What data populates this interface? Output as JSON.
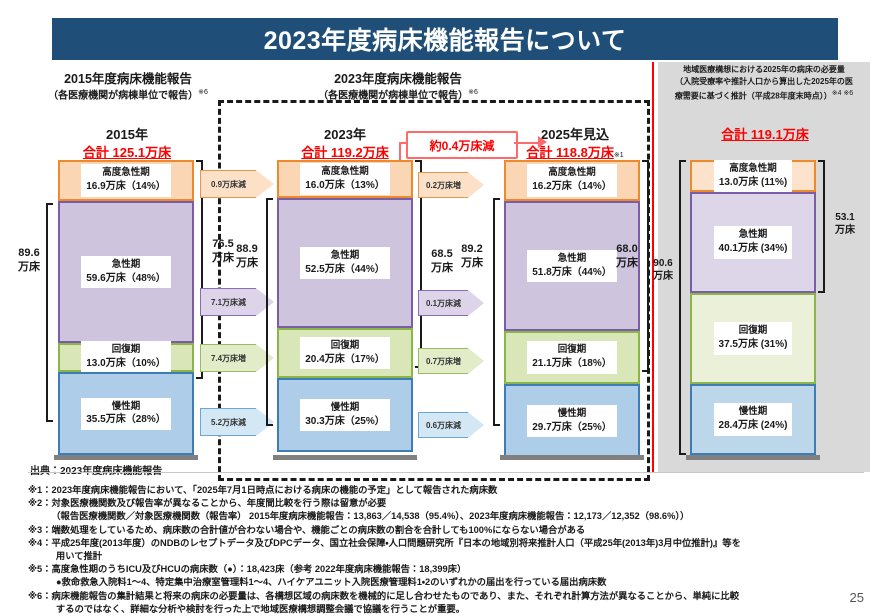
{
  "title": "2023年度病床機能報告について",
  "columns": {
    "left_header": {
      "line1": "2015年度病床機能報告",
      "line2": "（各医療機関が病棟単位で報告）",
      "ref": "※6"
    },
    "mid_header": {
      "line1": "2023年度病床機能報告",
      "line2": "（各医療機関が病棟単位で報告）",
      "ref": "※6"
    },
    "right_header": {
      "line1": "地域医療構想における2025年の病床の必要量",
      "line2": "（入院受療率や推計人口から算出した2025年の医",
      "line3": "療需要に基づく推計（平成28年度末時点））",
      "ref": "※4 ※6"
    }
  },
  "stacks": [
    {
      "id": "y2015",
      "year_label": "2015年",
      "total_label": "合計 125.1万床",
      "total_sup": "",
      "segments": [
        {
          "key": "acute",
          "name": "高度急性期",
          "value": "16.9万床（14%）",
          "share": 14
        },
        {
          "key": "general",
          "name": "急性期",
          "value": "59.6万床（48%）",
          "share": 48
        },
        {
          "key": "recover",
          "name": "回復期",
          "value": "13.0万床（10%）",
          "share": 10
        },
        {
          "key": "chronic",
          "name": "慢性期",
          "value": "35.5万床（28%）",
          "share": 28
        }
      ]
    },
    {
      "id": "y2023",
      "year_label": "2023年",
      "total_label": "合計 119.2万床",
      "total_sup": "",
      "segments": [
        {
          "key": "acute",
          "name": "高度急性期",
          "value": "16.0万床（13%）",
          "share": 13
        },
        {
          "key": "general",
          "name": "急性期",
          "value": "52.5万床（44%）",
          "share": 44
        },
        {
          "key": "recover",
          "name": "回復期",
          "value": "20.4万床（17%）",
          "share": 17
        },
        {
          "key": "chronic",
          "name": "慢性期",
          "value": "30.3万床（25%）",
          "share": 25
        }
      ]
    },
    {
      "id": "y2025",
      "year_label": "2025年見込",
      "total_label": "合計 118.8万床",
      "total_sup": "※1",
      "segments": [
        {
          "key": "acute",
          "name": "高度急性期",
          "value": "16.2万床（14%）",
          "share": 14
        },
        {
          "key": "general",
          "name": "急性期",
          "value": "51.8万床（44%）",
          "share": 44
        },
        {
          "key": "recover",
          "name": "回復期",
          "value": "21.1万床（18%）",
          "share": 18
        },
        {
          "key": "chronic",
          "name": "慢性期",
          "value": "29.7万床（25%）",
          "share": 25
        }
      ]
    },
    {
      "id": "need2025",
      "year_label": "",
      "total_label": "合計 119.1万床",
      "total_sup": "",
      "segments": [
        {
          "key": "acute",
          "name": "高度急性期",
          "value": "13.0万床 (11%)",
          "share": 11
        },
        {
          "key": "general",
          "name": "急性期",
          "value": "40.1万床 (34%)",
          "share": 34
        },
        {
          "key": "recover",
          "name": "回復期",
          "value": "37.5万床 (31%)",
          "share": 31
        },
        {
          "key": "chronic",
          "name": "慢性期",
          "value": "28.4万床 (24%)",
          "share": 24
        }
      ]
    }
  ],
  "brackets": {
    "l_blue": {
      "value": "89.6",
      "unit": "万床"
    },
    "l_green": {
      "value": "76.5",
      "unit": "万床"
    },
    "m_blue": {
      "value": "88.9",
      "unit": "万床"
    },
    "m_green": {
      "value": "68.5",
      "unit": "万床"
    },
    "r_blue": {
      "value": "89.2",
      "unit": "万床"
    },
    "r_green": {
      "value": "68.0",
      "unit": "万床"
    },
    "n_black1": {
      "value": "90.6",
      "unit": "万床"
    },
    "n_black2": {
      "value": "53.1",
      "unit": "万床"
    }
  },
  "arrows_1523": [
    {
      "key": "acute",
      "label": "0.9万床減"
    },
    {
      "key": "general",
      "label": "7.1万床減"
    },
    {
      "key": "recover",
      "label": "7.4万床増"
    },
    {
      "key": "chronic",
      "label": "5.2万床減"
    }
  ],
  "arrows_2325": [
    {
      "key": "acute",
      "label": "0.2万床増"
    },
    {
      "key": "general",
      "label": "0.1万床減"
    },
    {
      "key": "recover",
      "label": "0.7万床増"
    },
    {
      "key": "chronic",
      "label": "0.6万床減"
    }
  ],
  "callout": "約0.4万床減",
  "source": "出典：2023年度病床機能報告",
  "notes": [
    "※1：2023年度病床機能報告において、「2025年7月1日時点における病床の機能の予定」として報告された病床数",
    "※2：対象医療機関数及び報告率が異なることから、年度間比較を行う際は留意が必要",
    "　　　（報告医療機関数／対象医療機関数（報告率） 2015年度病床機能報告：13,863／14,538（95.4%）、2023年度病床機能報告：12,173／12,352（98.6%））",
    "※3：端数処理をしているため、病床数の合計値が合わない場合や、機能ごとの病床数の割合を合計しても100%にならない場合がある",
    "※4：平成25年度(2013年度）のNDBのレセプトデータ及びDPCデータ、国立社会保障・人口問題研究所『日本の地域別将来推計人口（平成25年(2013年)3月中位推計)』等を",
    "　　　用いて推計",
    "※5：高度急性期のうちICU及びHCUの病床数（●）：18,423床（参考 2022年度病床機能報告：18,399床）",
    "　　　●救命救急入院料1～4、特定集中治療室管理料1～4、ハイケアユニット入院医療管理料1・2のいずれかの届出を行っている届出病床数",
    "※6：病床機能報告の集計結果と将来の病床の必要量は、各構想区域の病床数を機械的に足し合わせたものであり、また、それぞれ計算方法が異なることから、単純に比較",
    "　　　するのではなく、詳細な分析や検討を行った上で地域医療構想調整会議で協議を行うことが重要。"
  ],
  "page_number": "25",
  "colors": {
    "title_bg": "#1f4e79",
    "total_red": "#ff0000",
    "acute": "#ed8b2c",
    "general": "#7a5ca8",
    "recover": "#8cb548",
    "chronic": "#3d7cb5",
    "panel_grey": "#d9d9d9"
  }
}
